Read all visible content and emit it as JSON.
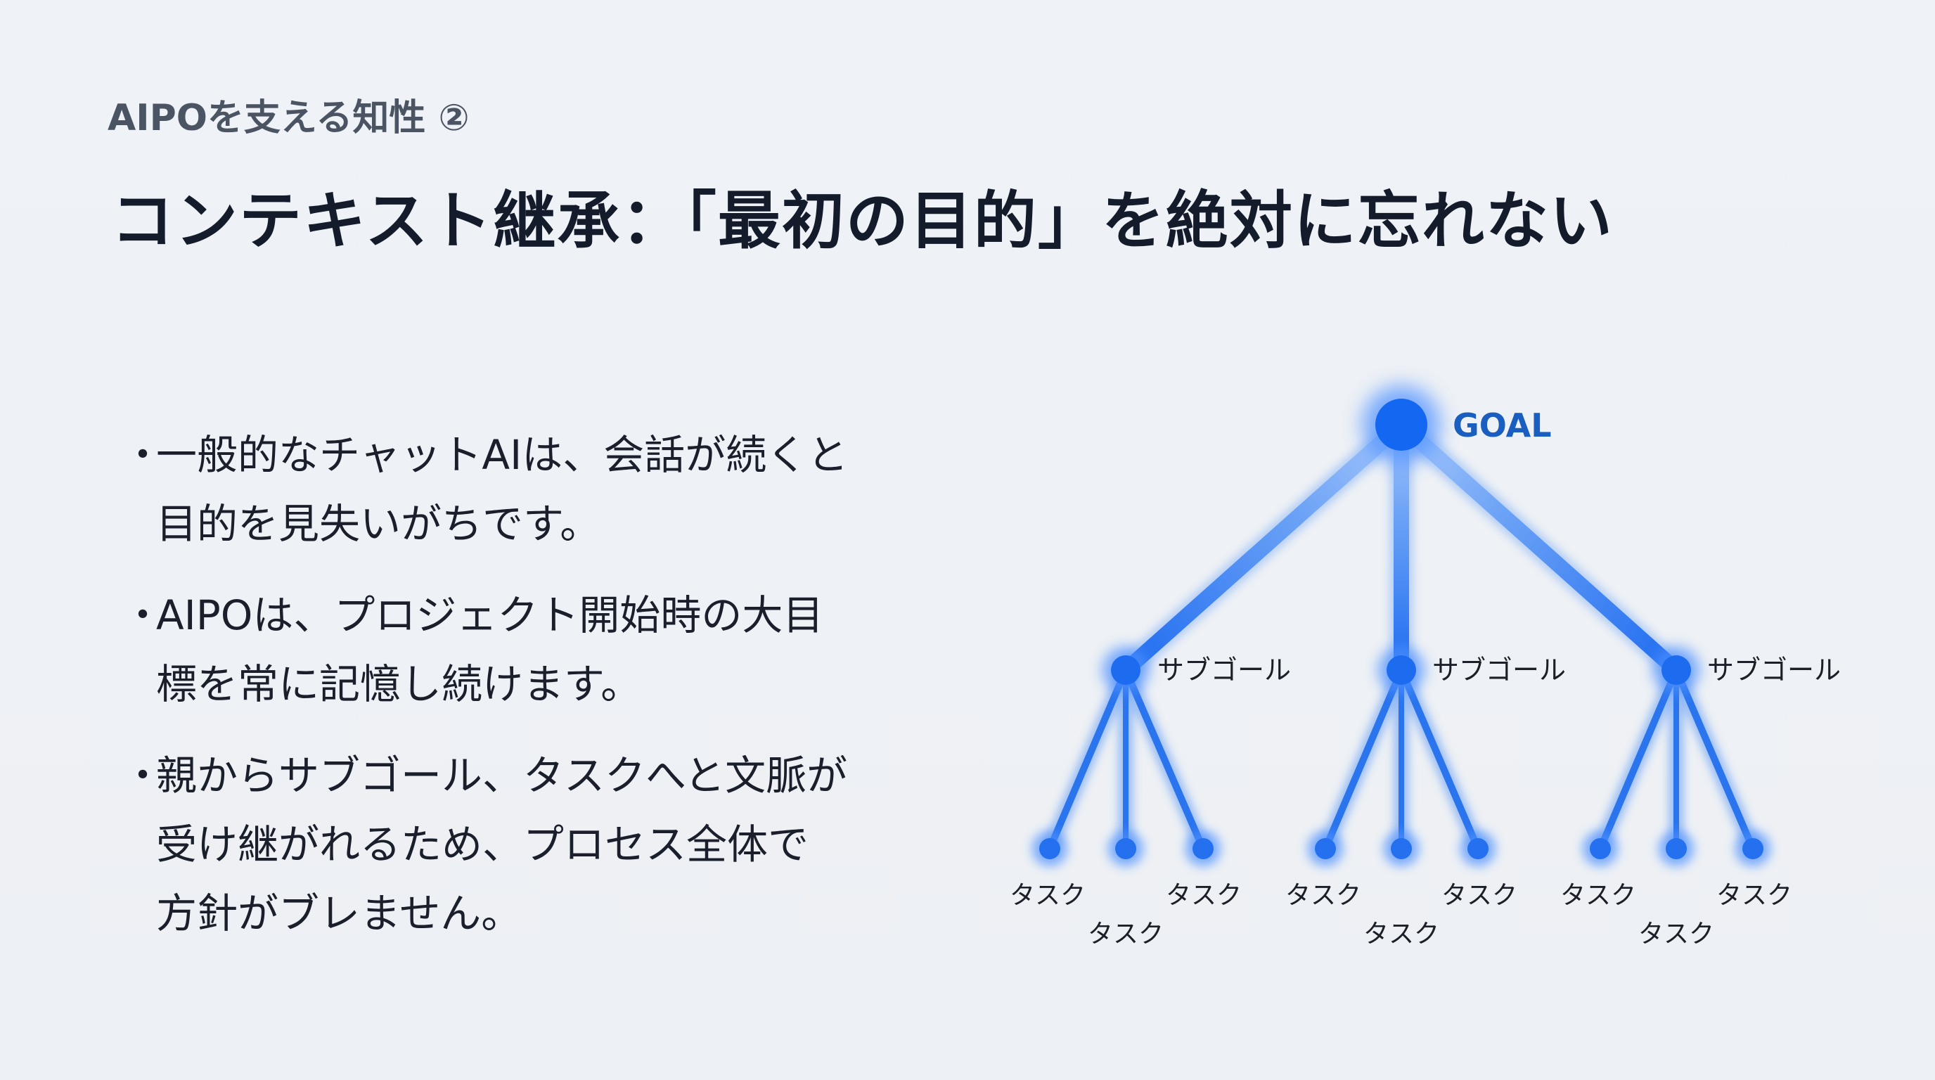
{
  "slide": {
    "subtitle": "AIPOを支える知性 ②",
    "title": "コンテキスト継承：「最初の目的」を絶対に忘れない",
    "bullet_symbol": "・",
    "bullets": [
      {
        "lines": [
          "一般的なチャットAIは、会話が続くと",
          "目的を見失いがちです。"
        ]
      },
      {
        "lines": [
          "AIPOは、プロジェクト開始時の大目",
          "標を常に記憶し続けます。"
        ]
      },
      {
        "lines": [
          "親からサブゴール、タスクへと文脈が",
          "受け継がれるため、プロセス全体で",
          "方針がブレません。"
        ]
      }
    ]
  },
  "diagram": {
    "colors": {
      "node": "#1467f0",
      "edge": "#2a74ee",
      "glow": "#5b9bff",
      "goal_label": "#1a5fc0",
      "label": "#1c1f27"
    },
    "root": {
      "label": "GOAL",
      "icon": "root-node-circle"
    },
    "subgoals": [
      {
        "label": "サブゴール",
        "tasks": [
          {
            "label": "タスク"
          },
          {
            "label": "タスク"
          },
          {
            "label": "タスク"
          }
        ]
      },
      {
        "label": "サブゴール",
        "tasks": [
          {
            "label": "タスク"
          },
          {
            "label": "タスク"
          },
          {
            "label": "タスク"
          }
        ]
      },
      {
        "label": "サブゴール",
        "tasks": [
          {
            "label": "タスク"
          },
          {
            "label": "タスク"
          },
          {
            "label": "タスク"
          }
        ]
      }
    ]
  }
}
